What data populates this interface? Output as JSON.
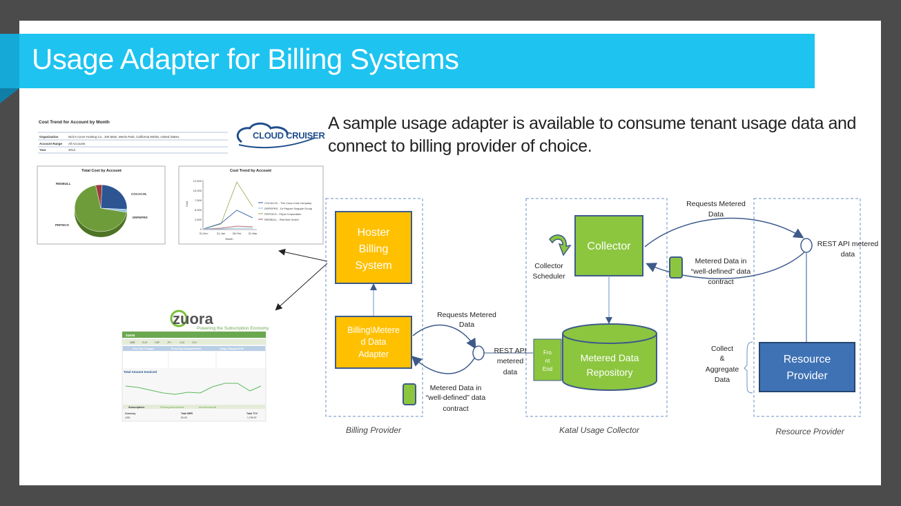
{
  "slide": {
    "title": "Usage Adapter for Billing Systems",
    "description": "A sample usage adapter is available to consume tenant usage data and connect to billing provider of choice."
  },
  "cloudcruiser_report": {
    "logo": "CLOUD CRUISER",
    "heading": "Cost Trend for Account by Month",
    "fields": [
      {
        "label": "Organization",
        "value": "Nick's Azure Hosting Co., 100 Main, Menlo Park, California 94025, United States"
      },
      {
        "label": "Account Range",
        "value": "All Accounts"
      },
      {
        "label": "Year",
        "value": "2013"
      }
    ],
    "pie_chart": {
      "title": "Total Cost by Account",
      "labels": [
        "REDBULL",
        "COCACOL",
        "DRPEPRS",
        "PEPSICO"
      ],
      "shares": [
        0.04,
        0.25,
        0.02,
        0.69
      ],
      "colors": [
        "#9b3b3b",
        "#2d5592",
        "#8ec3e6",
        "#6f9c3a"
      ]
    },
    "line_chart": {
      "title": "Cost Trend by Account",
      "y_ticks": [
        "12,500",
        "10,000",
        "7,500",
        "5,000",
        "2,500",
        "0"
      ],
      "x_ticks": [
        "31-Dec",
        "31-Jan",
        "28-Feb",
        "31-Mar"
      ],
      "xlabel": "Month",
      "ylabel": "Cost",
      "legend": [
        {
          "name": "COCACOL - The Coca-Cola Company",
          "color": "#4a72b0"
        },
        {
          "name": "DRPEPRS - Dr Pepper Snapple Group",
          "color": "#9cc6e4"
        },
        {
          "name": "PEPSICO - Pepsi Corporation",
          "color": "#a6b86a"
        },
        {
          "name": "REDBULL - Red Bull GmbH",
          "color": "#b87070"
        }
      ]
    }
  },
  "zuora": {
    "logo": "zuora",
    "tagline": "Powering the Subscription Economy",
    "tabs": [
      "USD",
      "EUR",
      "GBP",
      "JPY",
      "CAD",
      "CNY"
    ],
    "columns": [
      "One-Time Charges",
      "Recurring Charges/Period",
      "Usage Charges/UOM"
    ],
    "invoiced_title": "Total Amount Invoiced",
    "subtabs": [
      "Subscriptions",
      "Pending Amendments",
      "All Amendments"
    ],
    "table_headers": [
      "Currency",
      "Total MRR",
      "Total TCV"
    ],
    "table_row": [
      "USD",
      "50.00",
      "1,799.97"
    ]
  },
  "diagram": {
    "billing_provider": {
      "group_label": "Billing Provider",
      "hoster_billing": "Hoster Billing System",
      "adapter": "Billing\\Metered Data Adapter",
      "requests_label": "Requests Metered Data",
      "rest_label": "REST API metered data",
      "metered_label": "Metered Data in “well-defined” data contract"
    },
    "usage_collector": {
      "group_label": "Katal Usage Collector",
      "collector": "Collector",
      "scheduler": "Collector Scheduler",
      "front_end": "Front End",
      "repository": "Metered Data Repository"
    },
    "resource_provider": {
      "group_label": "Resource Provider",
      "provider": "Resource Provider",
      "rest_label": "REST API metered data",
      "collect_label": "Collect & Aggregate Data",
      "requests_label": "Requests Metered Data",
      "metered_label": "Metered Data in “well-defined” data contract"
    },
    "colors": {
      "orange": "#ffc000",
      "orange_border": "#3d5a8a",
      "green": "#8cc63f",
      "green_border": "#3d5a8a",
      "blue": "#3f72b5",
      "dash": "#6b8fc2"
    }
  }
}
